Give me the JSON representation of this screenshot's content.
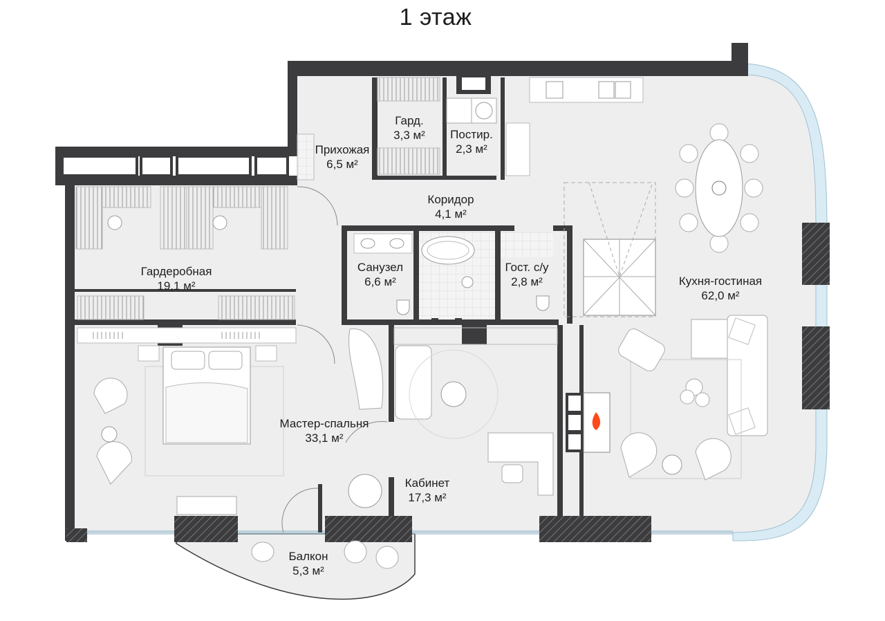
{
  "title": "1 этаж",
  "rooms": [
    {
      "id": "entry",
      "name": "Прихожая",
      "area": "6,5 м²"
    },
    {
      "id": "closet",
      "name": "Гард.",
      "area": "3,3 м²"
    },
    {
      "id": "laundry",
      "name": "Постир.",
      "area": "2,3 м²"
    },
    {
      "id": "corridor",
      "name": "Коридор",
      "area": "4,1 м²"
    },
    {
      "id": "dressing",
      "name": "Гардеробная",
      "area": "19,1 м²"
    },
    {
      "id": "bath",
      "name": "Санузел",
      "area": "6,6 м²"
    },
    {
      "id": "wc",
      "name": "Гост. с/у",
      "area": "2,8 м²"
    },
    {
      "id": "living",
      "name": "Кухня-гостиная",
      "area": "62,0 м²"
    },
    {
      "id": "master",
      "name": "Мастер-спальня",
      "area": "33,1 м²"
    },
    {
      "id": "office",
      "name": "Кабинет",
      "area": "17,3 м²"
    },
    {
      "id": "balcony",
      "name": "Балкон",
      "area": "5,3 м²"
    }
  ],
  "colors": {
    "wall": "#3c3c3e",
    "floor": "#eeeeee",
    "glass": "#d9ecf5",
    "furniture": "#ffffff",
    "fire": "#ff4a1c"
  }
}
